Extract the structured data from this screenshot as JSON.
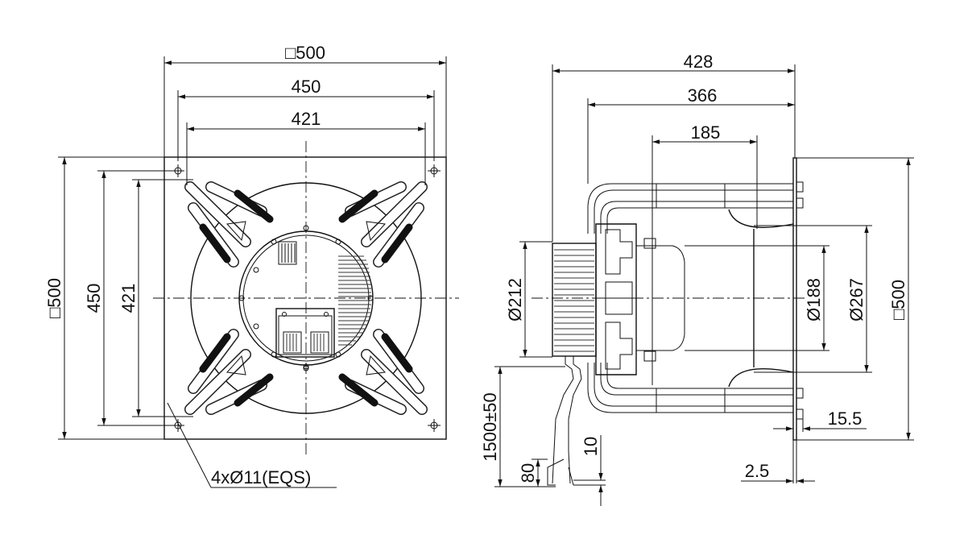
{
  "front_view": {
    "dim_top_outer": "□500",
    "dim_top_mid": "450",
    "dim_top_inner": "421",
    "dim_left_outer": "□500",
    "dim_left_mid": "450",
    "dim_left_inner": "421",
    "hole_callout": "4xØ11(EQS)"
  },
  "side_view": {
    "dim_428": "428",
    "dim_366": "366",
    "dim_185": "185",
    "dim_d212": "Ø212",
    "dim_d188": "Ø188",
    "dim_d267": "Ø267",
    "dim_500": "□500",
    "dim_15_5": "15.5",
    "dim_2_5": "2.5",
    "dim_cable": "1500±50",
    "dim_80": "80",
    "dim_10": "10"
  }
}
